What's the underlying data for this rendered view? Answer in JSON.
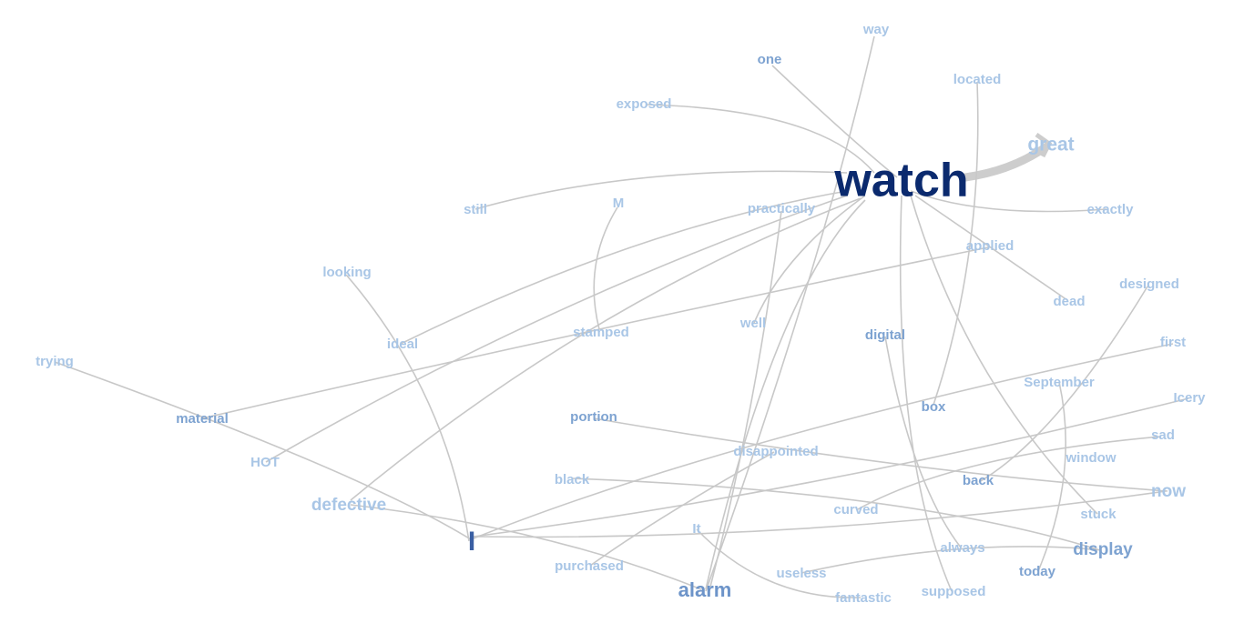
{
  "words": {
    "watch": {
      "text": "watch",
      "color": "#0b2a6e"
    },
    "great": {
      "text": "great",
      "color": "#a9c6e6"
    },
    "way": {
      "text": "way",
      "color": "#a9c6e6"
    },
    "one": {
      "text": "one",
      "color": "#7ea3d1"
    },
    "located": {
      "text": "located",
      "color": "#a9c6e6"
    },
    "exposed": {
      "text": "exposed",
      "color": "#a9c6e6"
    },
    "still": {
      "text": "still",
      "color": "#a9c6e6"
    },
    "m": {
      "text": "M",
      "color": "#a9c6e6"
    },
    "practically": {
      "text": "practically",
      "color": "#a9c6e6"
    },
    "exactly": {
      "text": "exactly",
      "color": "#a9c6e6"
    },
    "applied": {
      "text": "applied",
      "color": "#a9c6e6"
    },
    "looking": {
      "text": "looking",
      "color": "#a9c6e6"
    },
    "designed": {
      "text": "designed",
      "color": "#a9c6e6"
    },
    "dead": {
      "text": "dead",
      "color": "#a9c6e6"
    },
    "well": {
      "text": "well",
      "color": "#a9c6e6"
    },
    "ideal": {
      "text": "ideal",
      "color": "#a9c6e6"
    },
    "stamped": {
      "text": "stamped",
      "color": "#a9c6e6"
    },
    "digital": {
      "text": "digital",
      "color": "#7ea3d1"
    },
    "first": {
      "text": "first",
      "color": "#a9c6e6"
    },
    "trying": {
      "text": "trying",
      "color": "#a9c6e6"
    },
    "september": {
      "text": "September",
      "color": "#a9c6e6"
    },
    "material": {
      "text": "material",
      "color": "#7ea3d1"
    },
    "box": {
      "text": "box",
      "color": "#7ea3d1"
    },
    "icery": {
      "text": "Icery",
      "color": "#a9c6e6"
    },
    "portion": {
      "text": "portion",
      "color": "#7ea3d1"
    },
    "sad": {
      "text": "sad",
      "color": "#a9c6e6"
    },
    "hot": {
      "text": "HOT",
      "color": "#a9c6e6"
    },
    "disappointed": {
      "text": "disappointed",
      "color": "#a9c6e6"
    },
    "window": {
      "text": "window",
      "color": "#a9c6e6"
    },
    "black": {
      "text": "black",
      "color": "#a9c6e6"
    },
    "back": {
      "text": "back",
      "color": "#7ea3d1"
    },
    "now": {
      "text": "now",
      "color": "#a9c6e6"
    },
    "defective": {
      "text": "defective",
      "color": "#a9c6e6"
    },
    "curved": {
      "text": "curved",
      "color": "#a9c6e6"
    },
    "stuck": {
      "text": "stuck",
      "color": "#a9c6e6"
    },
    "i": {
      "text": "I",
      "color": "#3a5fa3"
    },
    "it": {
      "text": "It",
      "color": "#a9c6e6"
    },
    "display": {
      "text": "display",
      "color": "#7ea3d1"
    },
    "always": {
      "text": "always",
      "color": "#a9c6e6"
    },
    "purchased": {
      "text": "purchased",
      "color": "#a9c6e6"
    },
    "useless": {
      "text": "useless",
      "color": "#a9c6e6"
    },
    "today": {
      "text": "today",
      "color": "#7ea3d1"
    },
    "alarm": {
      "text": "alarm",
      "color": "#6d94c9"
    },
    "fantastic": {
      "text": "fantastic",
      "color": "#a9c6e6"
    },
    "supposed": {
      "text": "supposed",
      "color": "#a9c6e6"
    }
  },
  "colors": {
    "edge": "#c8c8c8",
    "background": "#ffffff"
  }
}
